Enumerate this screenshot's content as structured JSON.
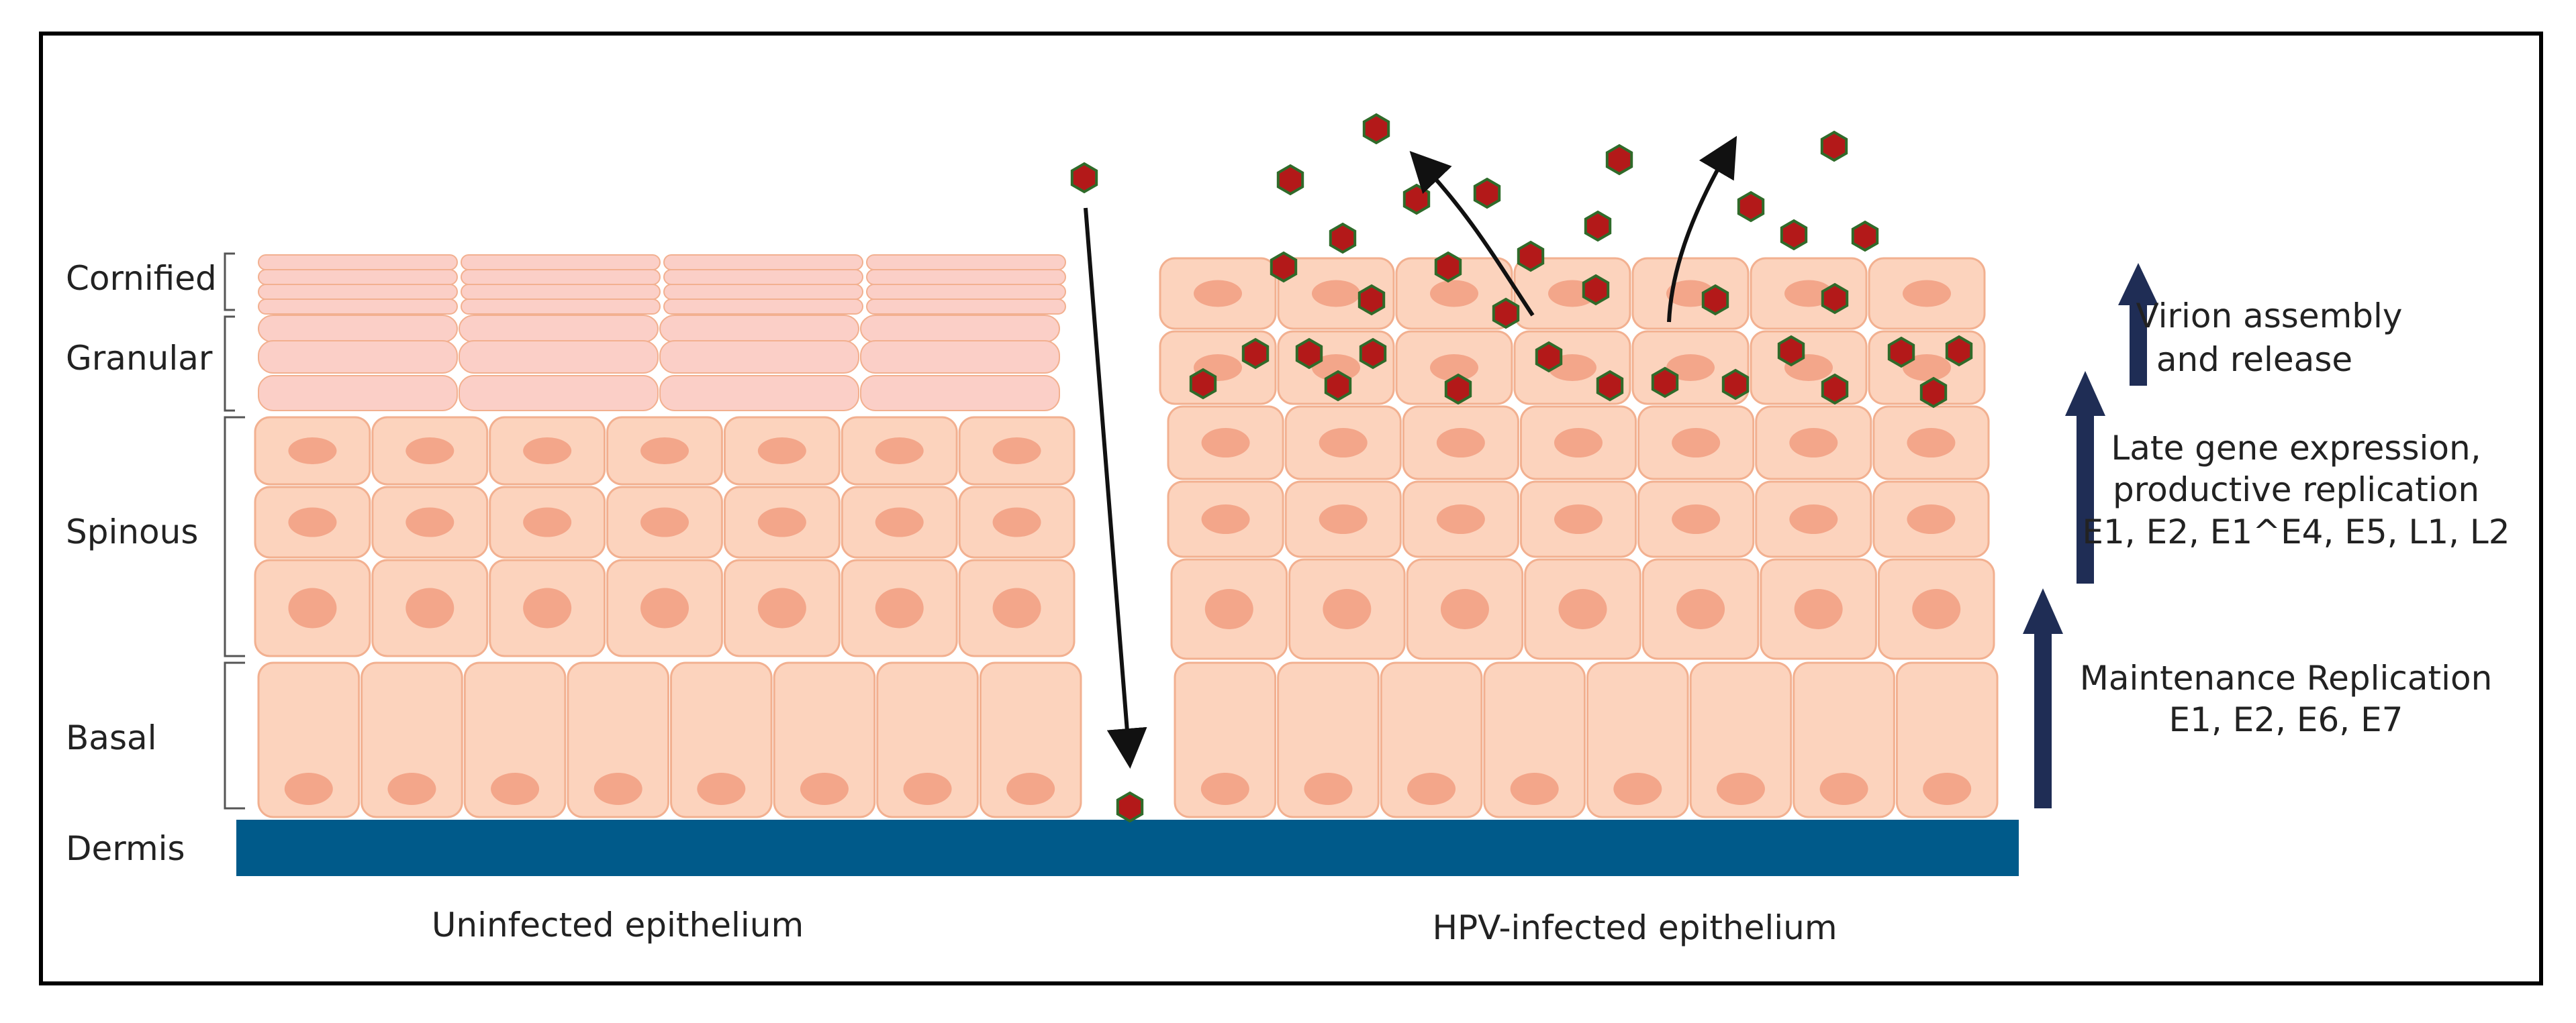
{
  "layers": {
    "cornified": "Cornified",
    "granular": "Granular",
    "spinous": "Spinous",
    "basal": "Basal",
    "dermis": "Dermis"
  },
  "captions": {
    "uninfected": "Uninfected epithelium",
    "infected": "HPV-infected epithelium"
  },
  "stages": {
    "virion": {
      "line1": "Virion assembly",
      "line2": "and release"
    },
    "late": {
      "line1": "Late gene expression,",
      "line2": "productive replication",
      "line3": "E1, E2, E1^E4, E5, L1, L2"
    },
    "maintenance": {
      "line1": "Maintenance Replication",
      "line2": "E1, E2, E6, E7"
    }
  },
  "colors": {
    "cell_fill": "#fcd3bd",
    "cell_stroke": "#f2b090",
    "nucleus": "#f3a68a",
    "flat_cell": "#fbcfc7",
    "dermis": "#005a8a",
    "arrow": "#1f2d55",
    "virion": "#b31919",
    "virion_edge": "#2f6b2a"
  }
}
